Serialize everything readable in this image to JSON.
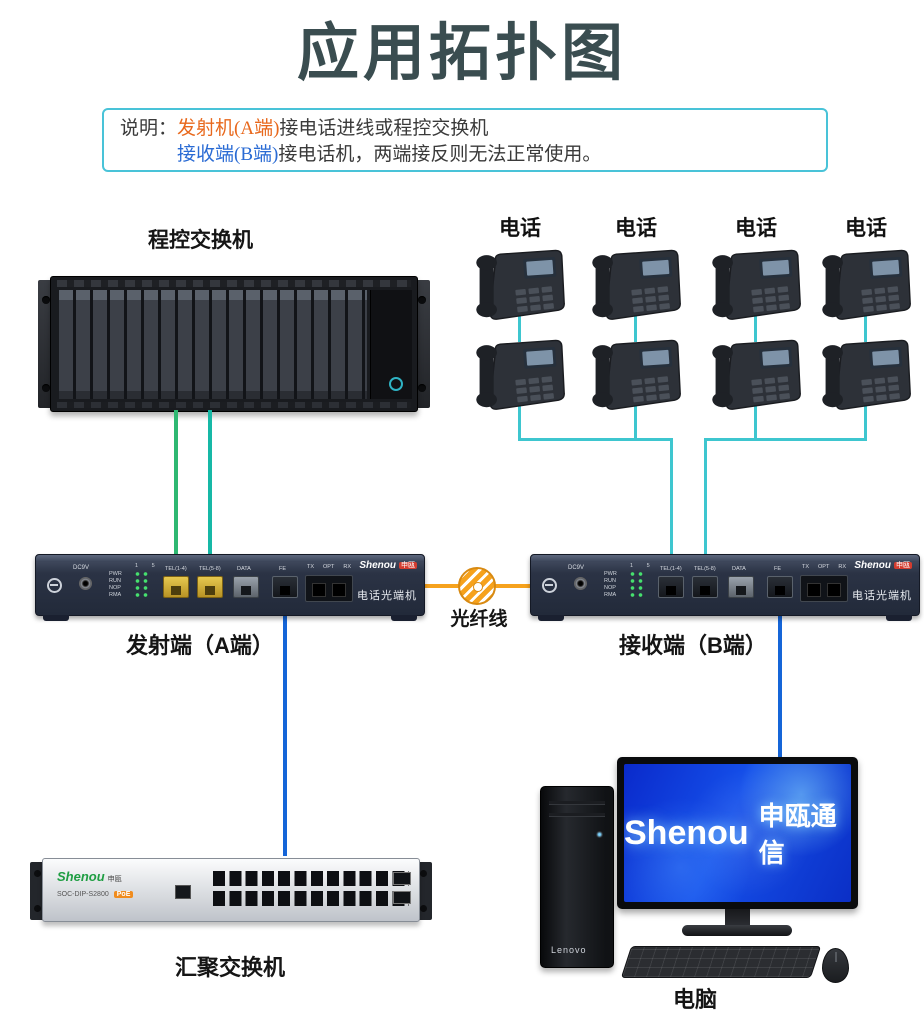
{
  "title": "应用拓扑图",
  "note": {
    "label": "说明：",
    "a_part": "发射机(A端)",
    "a_rest": "接电话进线或程控交换机",
    "b_part": "接收端(B端)",
    "b_rest": "接电话机，两端接反则无法正常使用。"
  },
  "labels": {
    "pbx": "程控交换机",
    "phone": "电话",
    "fiber": "光纤线",
    "device_a": "发射端（A端）",
    "device_b": "接收端（B端）",
    "agg_switch": "汇聚交换机",
    "computer": "电脑"
  },
  "device": {
    "brand_en": "Shenou",
    "brand_cn": "申瓯",
    "type_label": "电话光端机",
    "dc_label": "DC9V",
    "led_header": "1 5",
    "led_labels": [
      "PWR",
      "RUN",
      "NOP",
      "RMA"
    ],
    "port_tel14": "TEL(1-4)",
    "port_tel58": "TEL(5-8)",
    "port_data": "DATA",
    "port_fe": "FE",
    "opt_tx": "TX",
    "opt_label": "OPT",
    "opt_rx": "RX"
  },
  "switch": {
    "brand": "Shenou",
    "brand_cn": "申瓯",
    "model": "SOC-DIP-S2800",
    "poe": "PoE"
  },
  "computer": {
    "screen_brand": "Shenou",
    "screen_text": "申瓯通信",
    "tower_brand": "Lenovo"
  },
  "colors": {
    "title": "#3a4d50",
    "noteBorder": "#49c3d8",
    "noteOrange": "#e8681c",
    "noteBlue": "#2a6bd4",
    "lineGreen": "#2eb872",
    "lineTeal": "#16b8a6",
    "lineCyan": "#3ec6cf",
    "lineBlue": "#1565d8",
    "fiberOrange": "#f6a21d"
  }
}
